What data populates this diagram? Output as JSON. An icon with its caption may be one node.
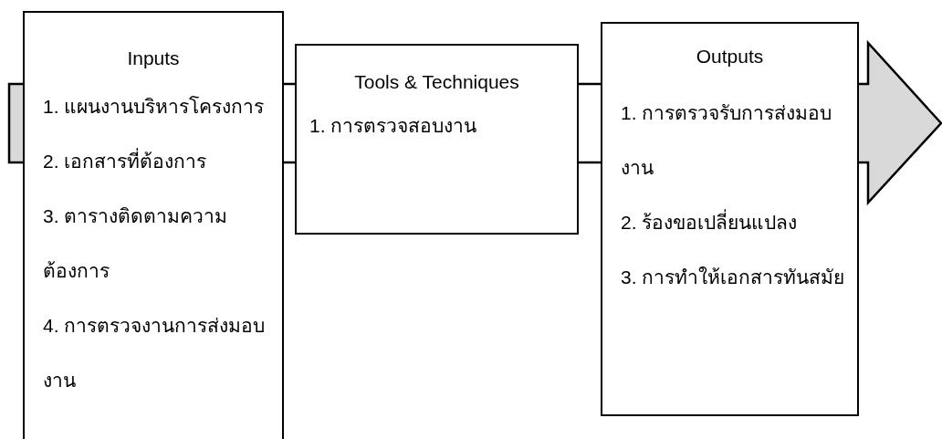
{
  "diagram": {
    "nodes": [
      {
        "text": [
          "Inputs",
          "1. แผนงานบริหารโครงการ",
          "2. เอกสารที่ต้องการ",
          "3. ตารางติดตามความต้องการ",
          "4. การตรวจงานการส่งมอบงาน"
        ]
      },
      {
        "text": [
          "Tools & Techniques",
          "1. การตรวจสอบงาน"
        ]
      },
      {
        "text": [
          "Outputs",
          "1. การตรวจรับการส่งมอบงาน",
          "2. ร้องขอเปลี่ยนแปลง",
          "3. การทำให้เอกสารทันสมัย"
        ]
      }
    ],
    "edges": [
      {
        "from": null,
        "to": 0,
        "arrow": "none"
      },
      {
        "from": 0,
        "to": 1,
        "arrow": "none"
      },
      {
        "from": 1,
        "to": 2,
        "arrow": "none"
      },
      {
        "from": 2,
        "to": null,
        "arrow": "to"
      }
    ]
  }
}
